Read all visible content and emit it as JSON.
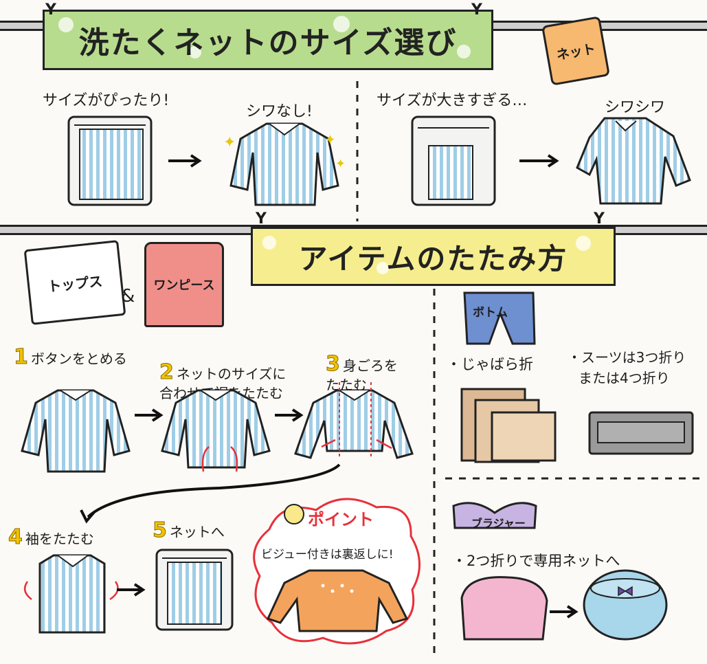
{
  "header": {
    "title": "洗たくネットのサイズ選び",
    "net_tag": "ネット"
  },
  "size_panel": {
    "good_caption": "サイズがぴったり!",
    "good_result": "シワなし!",
    "bad_caption": "サイズが大きすぎる…",
    "bad_result": "シワシワ"
  },
  "fold_section": {
    "title": "アイテムのたたみ方",
    "tops_label": "トップス",
    "and_mark": "&",
    "onepiece_label": "ワンピース",
    "steps": [
      {
        "num": "1",
        "text": "ボタンをとめる"
      },
      {
        "num": "2",
        "text": "ネットのサイズに\n合わせて裾をたたむ"
      },
      {
        "num": "3",
        "text": "身ごろを\nたたむ"
      },
      {
        "num": "4",
        "text": "袖をたたむ"
      },
      {
        "num": "5",
        "text": "ネットへ"
      }
    ],
    "point_title": "ポイント",
    "point_text": "ビジュー付きは裏返しに!"
  },
  "right_panel": {
    "bottom_label": "ボトム",
    "bottom_method": "・じゃばら折",
    "suit_method_line1": "・スーツは3つ折り",
    "suit_method_line2": "または4つ折り",
    "bra_label": "ブラジャー",
    "bra_method": "・2つ折りで専用ネットへ"
  },
  "colors": {
    "title_banner": "#b8dc8e",
    "section_banner": "#f6ee8e",
    "shirt_stripe": "#9fcde6",
    "net_tag": "#f7b870",
    "tops_pink": "#f08f8a",
    "bottom_blue": "#6e8fd0",
    "point_red": "#e8303a",
    "number_yellow": "#f2c200"
  }
}
